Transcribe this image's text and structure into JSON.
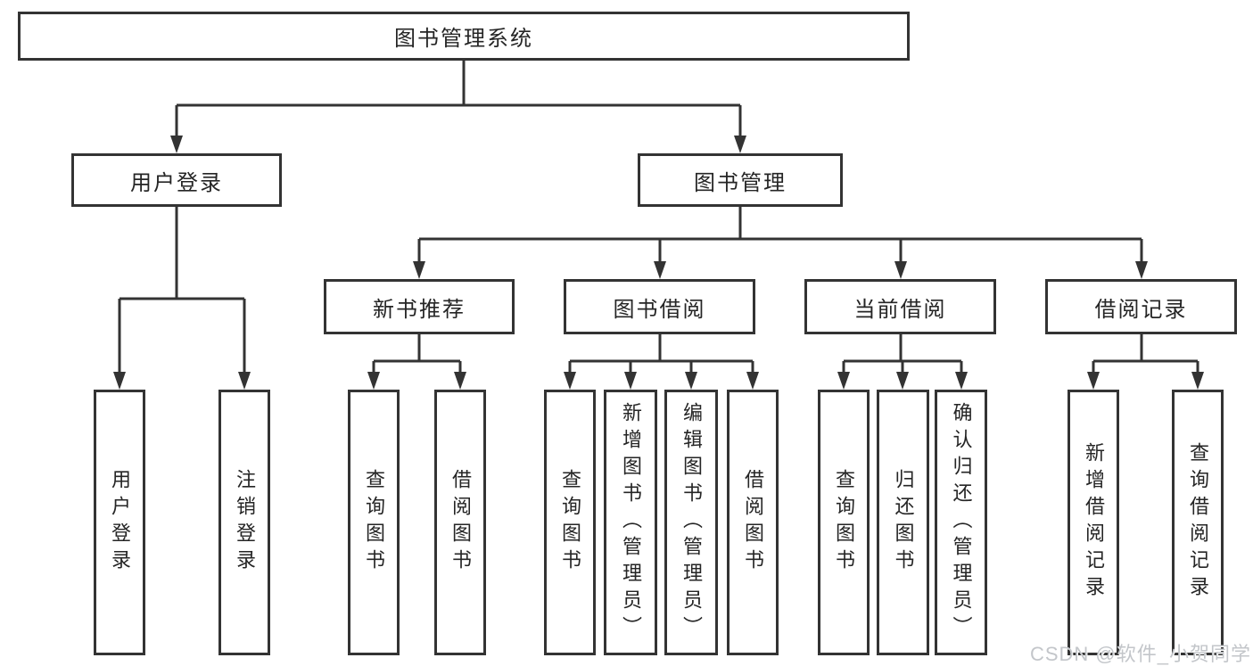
{
  "diagram": {
    "title": "图书管理系统",
    "branches": [
      {
        "label": "用户登录",
        "children": [
          {
            "label": "用户登录"
          },
          {
            "label": "注销登录"
          }
        ]
      },
      {
        "label": "图书管理",
        "children": [
          {
            "label": "新书推荐",
            "children": [
              {
                "label": "查询图书"
              },
              {
                "label": "借阅图书"
              }
            ]
          },
          {
            "label": "图书借阅",
            "children": [
              {
                "label": "查询图书"
              },
              {
                "label": "新增图书（管理员）"
              },
              {
                "label": "编辑图书（管理员）"
              },
              {
                "label": "借阅图书"
              }
            ]
          },
          {
            "label": "当前借阅",
            "children": [
              {
                "label": "查询图书"
              },
              {
                "label": "归还图书"
              },
              {
                "label": "确认归还（管理员）"
              }
            ]
          },
          {
            "label": "借阅记录",
            "children": [
              {
                "label": "新增借阅记录"
              },
              {
                "label": "查询借阅记录"
              }
            ]
          }
        ]
      }
    ]
  },
  "watermark": {
    "text": "CSDN @软件_小贺同学"
  },
  "colors": {
    "line": "#333333",
    "background": "#ffffff",
    "watermark": "#c3c6ca"
  }
}
